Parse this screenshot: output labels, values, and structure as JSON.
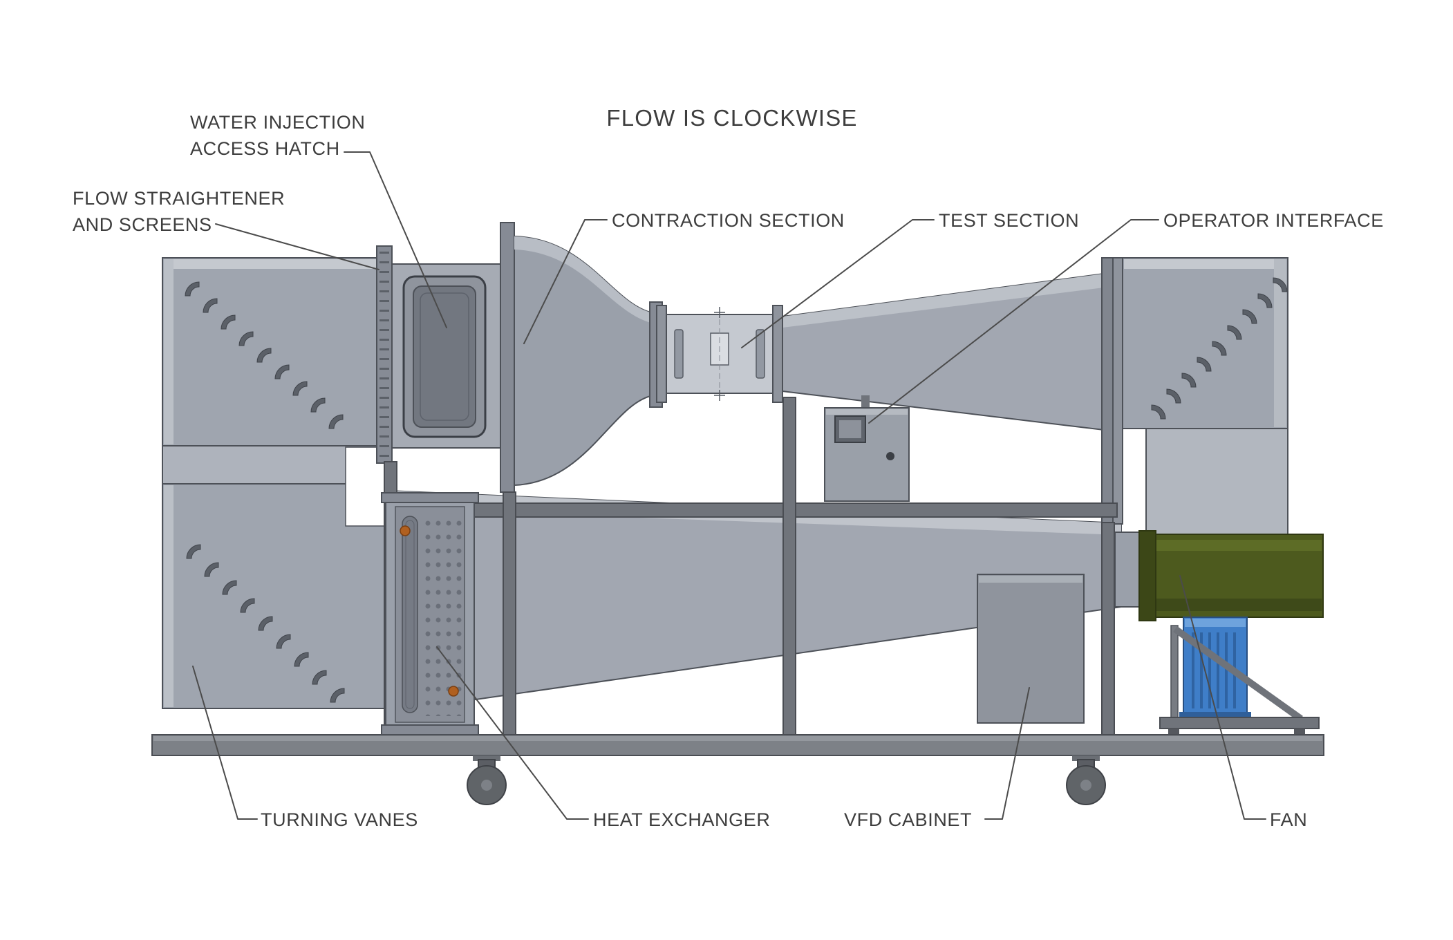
{
  "title": "FLOW IS CLOCKWISE",
  "labels": {
    "water_injection_line1": "WATER INJECTION",
    "water_injection_line2": "ACCESS HATCH",
    "flow_straightener_line1": "FLOW STRAIGHTENER",
    "flow_straightener_line2": "AND SCREENS",
    "contraction_section": "CONTRACTION SECTION",
    "test_section": "TEST SECTION",
    "operator_interface": "OPERATOR INTERFACE",
    "turning_vanes": "TURNING VANES",
    "heat_exchanger": "HEAT EXCHANGER",
    "vfd_cabinet": "VFD CABINET",
    "fan": "FAN"
  },
  "colors": {
    "duct_gray": "#9fa5af",
    "frame_gray": "#70747b",
    "fan_green": "#4d5a1e",
    "motor_blue": "#3f7ec8",
    "handle_orange": "#b06020",
    "text": "#3d3d3d"
  }
}
